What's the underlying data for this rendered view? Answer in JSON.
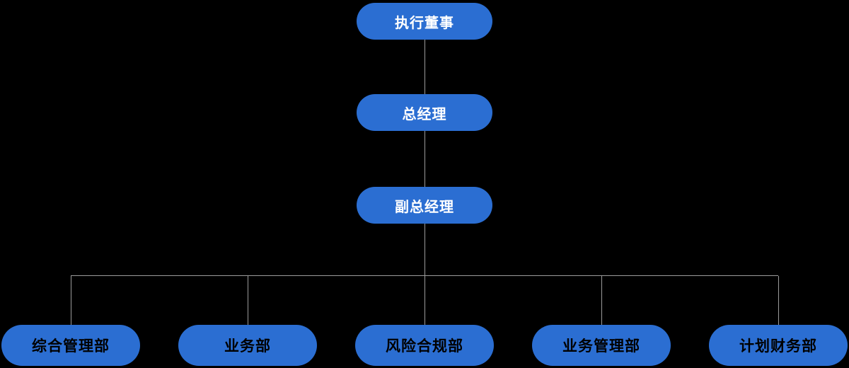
{
  "theme": {
    "background": "#000000",
    "node_fill": "#2b6ed2",
    "connector_color": "#9c9c9c",
    "top_text_color": "#ffffff",
    "department_text_color": "#000000"
  },
  "org_chart": {
    "type": "org-chart",
    "hierarchy": [
      {
        "level": 1,
        "label": "执行董事"
      },
      {
        "level": 2,
        "label": "总经理"
      },
      {
        "level": 3,
        "label": "副总经理"
      }
    ],
    "departments": [
      {
        "label": "综合管理部"
      },
      {
        "label": "业务部"
      },
      {
        "label": "风险合规部"
      },
      {
        "label": "业务管理部"
      },
      {
        "label": "计划财务部"
      }
    ]
  }
}
